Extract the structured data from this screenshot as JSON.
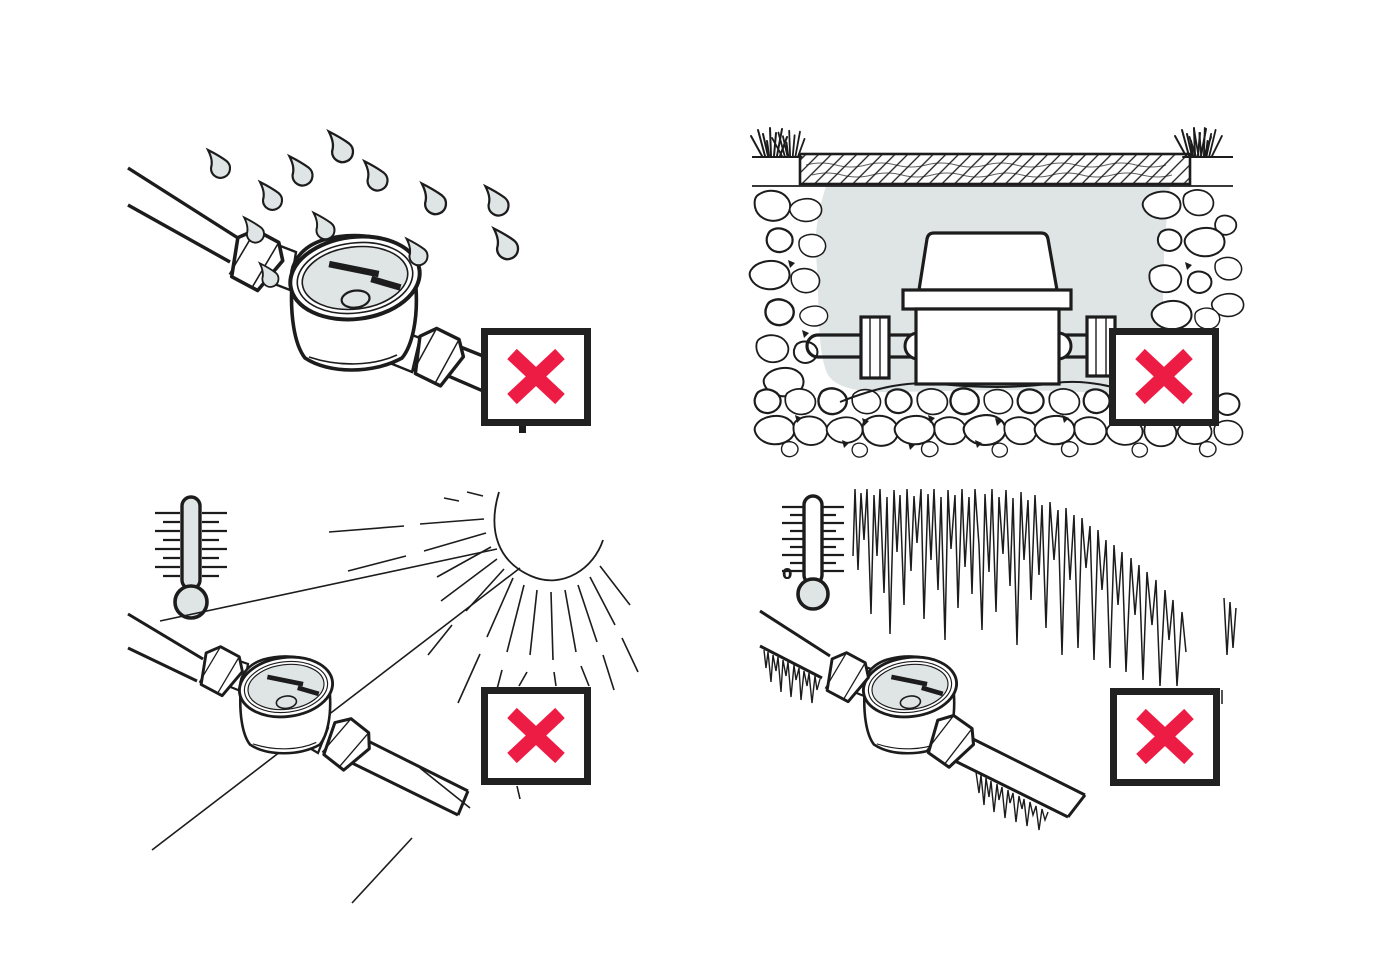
{
  "colors": {
    "line": "#1c1c1c",
    "shade": "#dfe4e5",
    "x_red": "#ed1c45",
    "box_border": "#212121",
    "background": "#ffffff"
  },
  "prohibition": {
    "symbol": "✕"
  },
  "panels": [
    {
      "id": "rain",
      "label": "water meter exposed to dripping water - not allowed",
      "marker": "✕",
      "elements": [
        "pipe",
        "union-nut",
        "water-meter",
        "rain-drops",
        "prohibition-box"
      ]
    },
    {
      "id": "buried",
      "label": "water meter buried in covered stone pit - not allowed",
      "marker": "✕",
      "elements": [
        "grass",
        "cover-slab",
        "stones",
        "pit-cavity",
        "water-meter",
        "pipes",
        "prohibition-box"
      ]
    },
    {
      "id": "heat",
      "label": "water meter in direct sunlight and high temperature - not allowed",
      "marker": "✕",
      "elements": [
        "thermometer-high",
        "sun",
        "sun-rays",
        "pipe",
        "water-meter",
        "prohibition-box"
      ]
    },
    {
      "id": "frost",
      "label": "water meter in freezing temperature - not allowed",
      "marker": "✕",
      "thermometer_value": "0",
      "elements": [
        "thermometer-zero",
        "icicle-line",
        "frost-fringe",
        "pipe",
        "water-meter",
        "prohibition-box"
      ]
    }
  ]
}
